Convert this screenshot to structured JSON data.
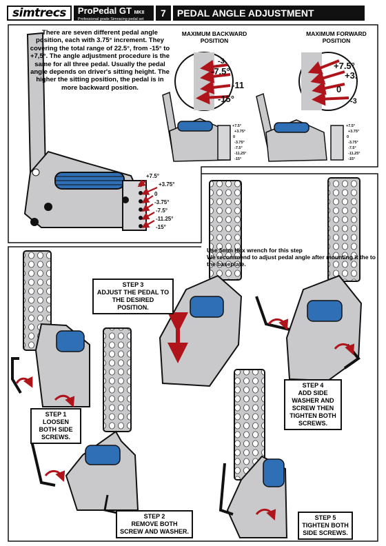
{
  "header": {
    "brand": "simtrecs",
    "product_name": "ProPedal GT",
    "product_version": "MKII",
    "product_subtitle": "Professional grade Simracing pedal set",
    "page_number": "7",
    "title": "PEDAL ANGLE ADJUSTMENT"
  },
  "intro": "There are seven different pedal angle position, each with 3.75° increment. They covering the total range of 22.5°, from -15° to +7,5°. The angle adjustment procedure is the same for all three pedal. Usually the pedal angle depends on driver's sitting height. The higher the sitting position, the pedal is in more backward position.",
  "angles": [
    "+7.5°",
    "+3.75°",
    "0",
    "-3.75°",
    "-7.5°",
    "-11.25°",
    "-15°"
  ],
  "backward": {
    "label": "MAXIMUM BACKWARD POSITION",
    "zoom_labels": [
      "-3",
      "-7.5°",
      "-11",
      "-15°"
    ]
  },
  "forward": {
    "label": "MAXIMUM FORWARD POSITION",
    "zoom_labels": [
      "+7.5°",
      "+3.",
      "0",
      "-3"
    ]
  },
  "note": "Use 5mm Hex wrench for this step\nWe recommend to adjust pedal angle after mounting it the to the baseplate.",
  "steps": {
    "s1": "STEP 1\nLOOSEN BOTH SIDE SCREWS.",
    "s2": "STEP 2\nREMOVE BOTH SCREW AND WASHER.",
    "s3": "STEP 3\nADJUST THE PEDAL TO THE DESIRED POSITION.",
    "s4": "STEP 4\nADD SIDE WASHER AND SCREW THEN TIGHTEN BOTH SCREWS.",
    "s5": "STEP 5\nTIGHTEN BOTH SIDE SCREWS."
  },
  "colors": {
    "accent": "#b0141b",
    "spring": "#2f6fb5",
    "metal": "#c9c9cc",
    "ink": "#111111"
  }
}
